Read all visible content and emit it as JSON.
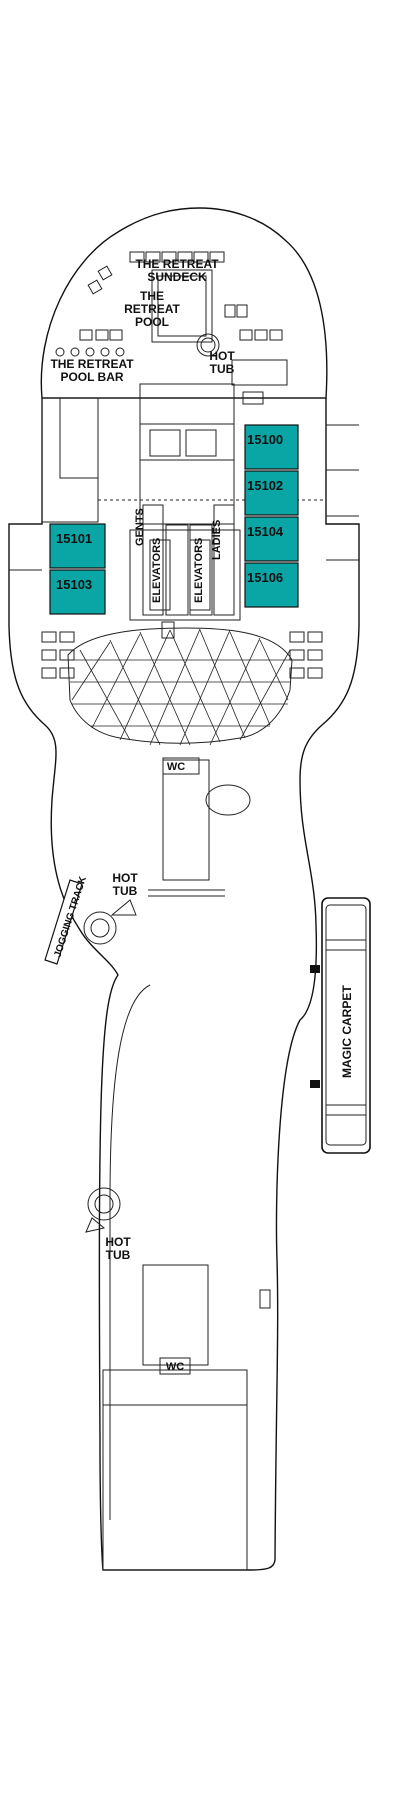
{
  "deck": {
    "labels": {
      "sundeck_line1": "THE RETREAT",
      "sundeck_line2": "SUNDECK",
      "pool_line1": "THE",
      "pool_line2": "RETREAT",
      "pool_line3": "POOL",
      "hot_tub_top_line1": "HOT",
      "hot_tub_top_line2": "TUB",
      "pool_bar_line1": "THE RETREAT",
      "pool_bar_line2": "POOL BAR",
      "gents": "GENTS",
      "ladies": "LADIES",
      "elevators_left": "ELEVATORS",
      "elevators_right": "ELEVATORS",
      "wc_upper": "WC",
      "wc_lower": "WC",
      "hot_tub_mid_line1": "HOT",
      "hot_tub_mid_line2": "TUB",
      "jogging_track": "JOGGING TRACK",
      "magic_carpet": "MAGIC CARPET",
      "hot_tub_low_line1": "HOT",
      "hot_tub_low_line2": "TUB"
    },
    "cabins": {
      "c15100": "15100",
      "c15102": "15102",
      "c15104": "15104",
      "c15106": "15106",
      "c15101": "15101",
      "c15103": "15103"
    },
    "colors": {
      "cabin_fill": "#0aa5a5",
      "line": "#111111",
      "background": "#ffffff"
    }
  }
}
